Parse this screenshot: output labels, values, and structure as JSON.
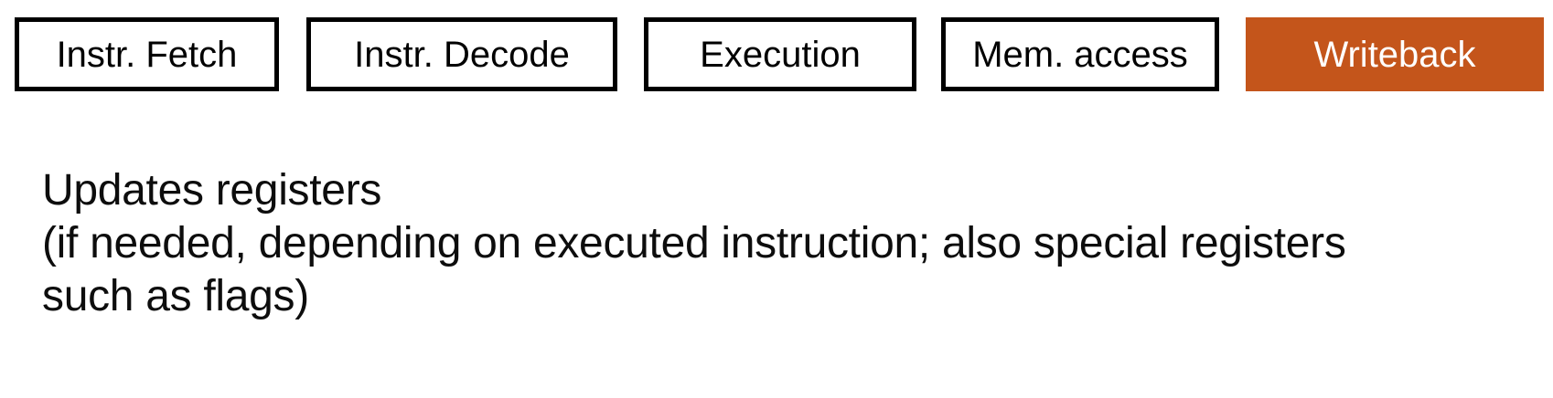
{
  "page": {
    "background_color": "#ffffff",
    "text_color": "#0d0d0d"
  },
  "pipeline": {
    "box_border_color": "#000000",
    "highlight_color": "#C4551B",
    "highlight_text_color": "#ffffff",
    "stages": [
      {
        "label": "Instr. Fetch",
        "highlighted": false
      },
      {
        "label": "Instr. Decode",
        "highlighted": false
      },
      {
        "label": "Execution",
        "highlighted": false
      },
      {
        "label": "Mem. access",
        "highlighted": false
      },
      {
        "label": "Writeback",
        "highlighted": true
      }
    ]
  },
  "description": {
    "lines": [
      "Updates registers",
      "(if needed, depending on executed instruction; also special registers",
      "such as flags)"
    ]
  }
}
